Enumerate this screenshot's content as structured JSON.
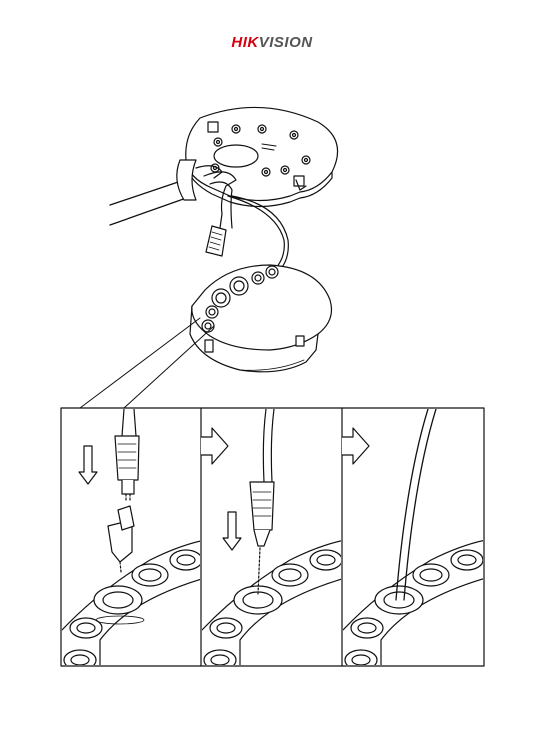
{
  "brand": {
    "logo_part1": "HIK",
    "logo_part2": "VISION",
    "colors": {
      "hik": "#d7000f",
      "vision": "#555555",
      "line": "#111111"
    }
  },
  "illustration": {
    "top": "camera-mount-with-junction-box",
    "steps": [
      {
        "id": 1,
        "content": "rj45-with-protective-cap"
      },
      {
        "id": 2,
        "content": "rj45-through-grommet"
      },
      {
        "id": 3,
        "content": "cable-through-grommet"
      }
    ],
    "arrows": [
      "down-arrow-icon",
      "next-step-arrow-icon",
      "next-step-arrow-icon",
      "down-arrow-icon"
    ]
  }
}
